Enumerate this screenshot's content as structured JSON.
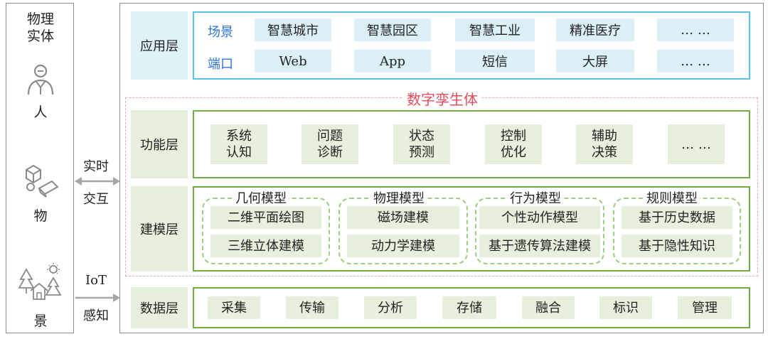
{
  "physical": {
    "title_line1": "物理",
    "title_line2": "实体",
    "items": [
      {
        "label": "人",
        "icon": "person-icon"
      },
      {
        "label": "物",
        "icon": "objects-icon"
      },
      {
        "label": "景",
        "icon": "landscape-icon"
      }
    ]
  },
  "links": {
    "realtime_line1": "实时",
    "realtime_line2": "交互",
    "iot_line1": "IoT",
    "iot_line2": "感知"
  },
  "layers": {
    "application": {
      "label": "应用层",
      "rows": [
        {
          "tag": "场景",
          "items": [
            "智慧城市",
            "智慧园区",
            "智慧工业",
            "精准医疗",
            "… …"
          ]
        },
        {
          "tag": "端口",
          "items": [
            "Web",
            "App",
            "短信",
            "大屏",
            "… …"
          ]
        }
      ]
    },
    "digital_twin": {
      "title": "数字孪生体"
    },
    "function": {
      "label": "功能层",
      "items": [
        {
          "l1": "系统",
          "l2": "认知"
        },
        {
          "l1": "问题",
          "l2": "诊断"
        },
        {
          "l1": "状态",
          "l2": "预测"
        },
        {
          "l1": "控制",
          "l2": "优化"
        },
        {
          "l1": "辅助",
          "l2": "决策"
        },
        {
          "l1": "… …",
          "l2": ""
        }
      ]
    },
    "modeling": {
      "label": "建模层",
      "groups": [
        {
          "title": "几何模型",
          "items": [
            "二维平面绘图",
            "三维立体建模"
          ]
        },
        {
          "title": "物理模型",
          "items": [
            "磁场建模",
            "动力学建模"
          ]
        },
        {
          "title": "行为模型",
          "items": [
            "个性动作模型",
            "基于遗传算法建模"
          ]
        },
        {
          "title": "规则模型",
          "items": [
            "基于历史数据",
            "基于隐性知识"
          ]
        }
      ]
    },
    "data": {
      "label": "数据层",
      "items": [
        "采集",
        "传输",
        "分析",
        "存储",
        "融合",
        "标识",
        "管理"
      ]
    }
  },
  "colors": {
    "blue_border": "#5bc2e7",
    "green_border": "#70ad47",
    "twin_red": "#e84b5a",
    "tag_blue": "#2e75d6"
  }
}
